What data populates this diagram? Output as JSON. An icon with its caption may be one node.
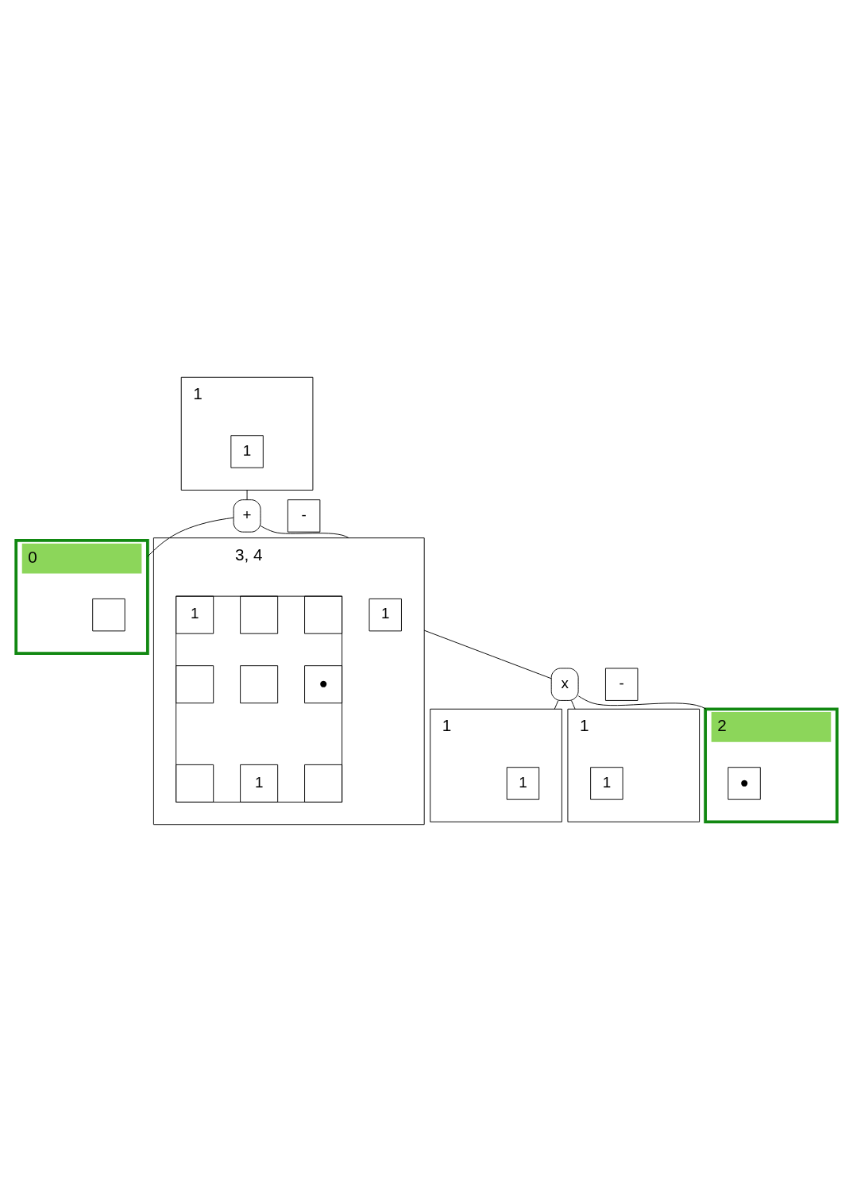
{
  "diagram": {
    "nodes": [
      {
        "text": [
          "1"
        ]
      },
      {
        "text": [
          "1"
        ],
        "in": 0
      },
      {
        "text": [
          "+"
        ]
      },
      {
        "text": [
          "-"
        ]
      },
      {
        "text": [
          "0"
        ]
      },
      {
        "text": [],
        "shape": "box",
        "in": 4
      },
      {
        "text": [
          "3, 4"
        ]
      },
      {
        "text": [
          "1"
        ],
        "in": 6
      },
      {
        "text": [],
        "shape": "box",
        "in": 6
      },
      {
        "text": [
          "1"
        ],
        "in": 8
      },
      {
        "text": [],
        "shape": "box",
        "in": 8
      },
      {
        "text": [],
        "shape": "box",
        "in": 8
      },
      {
        "text": [],
        "shape": "box",
        "in": 8
      },
      {
        "text": [],
        "shape": "box",
        "in": 8
      },
      {
        "text": [
          "●"
        ],
        "in": 8
      },
      {
        "text": [],
        "shape": "box",
        "in": 8
      },
      {
        "text": [
          "1"
        ],
        "in": 8
      },
      {
        "text": [],
        "shape": "box",
        "in": 8
      },
      {
        "text": [
          "x"
        ]
      },
      {
        "text": [
          "-"
        ]
      },
      {
        "text": [
          "1"
        ]
      },
      {
        "text": [
          "1"
        ],
        "in": 20
      },
      {
        "text": [
          "1"
        ]
      },
      {
        "text": [
          "1"
        ],
        "in": 22
      },
      {
        "text": [
          "2"
        ]
      },
      {
        "text": [
          "●"
        ],
        "in": 24
      }
    ],
    "edges": [
      {
        "from": 0,
        "to": 2,
        "arrow": "none"
      },
      {
        "from": 2,
        "to": 4,
        "arrow": "none"
      },
      {
        "from": 2,
        "to": 6,
        "arrow": "none"
      },
      {
        "from": 6,
        "to": 18,
        "arrow": "none"
      },
      {
        "from": 18,
        "to": 20,
        "arrow": "none"
      },
      {
        "from": 18,
        "to": 22,
        "arrow": "none"
      },
      {
        "from": 18,
        "to": 24,
        "arrow": "none"
      }
    ]
  }
}
